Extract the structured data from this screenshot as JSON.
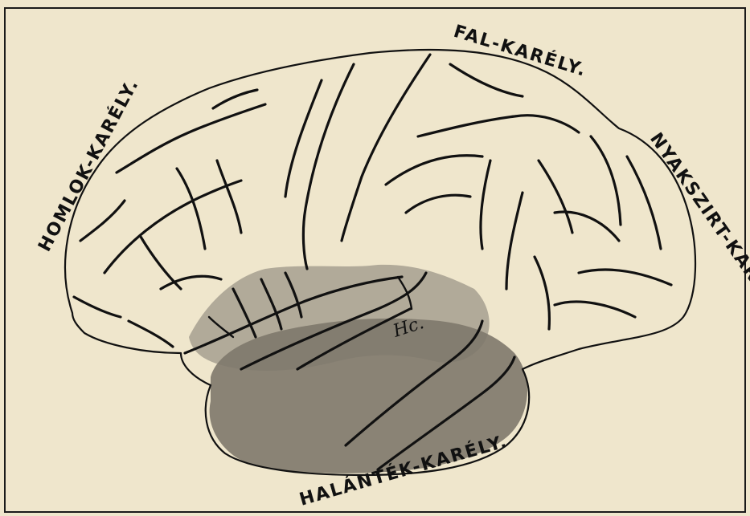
{
  "labels": {
    "frontal": "HOMLOK-KARÉLY.",
    "parietal": "FAL-KARÉLY.",
    "occipital": "NYAKSZIRT-KARÉLY.",
    "temporal": "HALÁNTÉK-KARÉLY.",
    "hc": "Hc."
  },
  "colors": {
    "paper": "#efe6cc",
    "ink": "#111111",
    "temporal_shade": "#7e786c"
  }
}
